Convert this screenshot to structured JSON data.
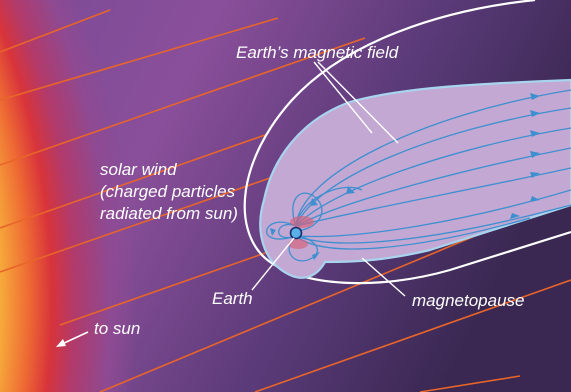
{
  "labels": {
    "magnetic_field": "Earth’s magnetic field",
    "solar_wind_line1": "solar wind",
    "solar_wind_line2": "(charged particles",
    "solar_wind_line3": "radiated from sun)",
    "earth": "Earth",
    "magnetopause": "magnetopause",
    "to_sun": "to sun"
  },
  "colors": {
    "sun_core": "#f7d23a",
    "sun_edge": "#e0462c",
    "space_purple": "#8a4f9a",
    "space_dark": "#3d2a57",
    "solar_wind_lines": "#e8652a",
    "magnetosphere_fill": "#c2a8d2",
    "field_lines": "#3f8fd0",
    "magnetopause_outline": "#ffffff",
    "earth": "#5ab0e8"
  }
}
